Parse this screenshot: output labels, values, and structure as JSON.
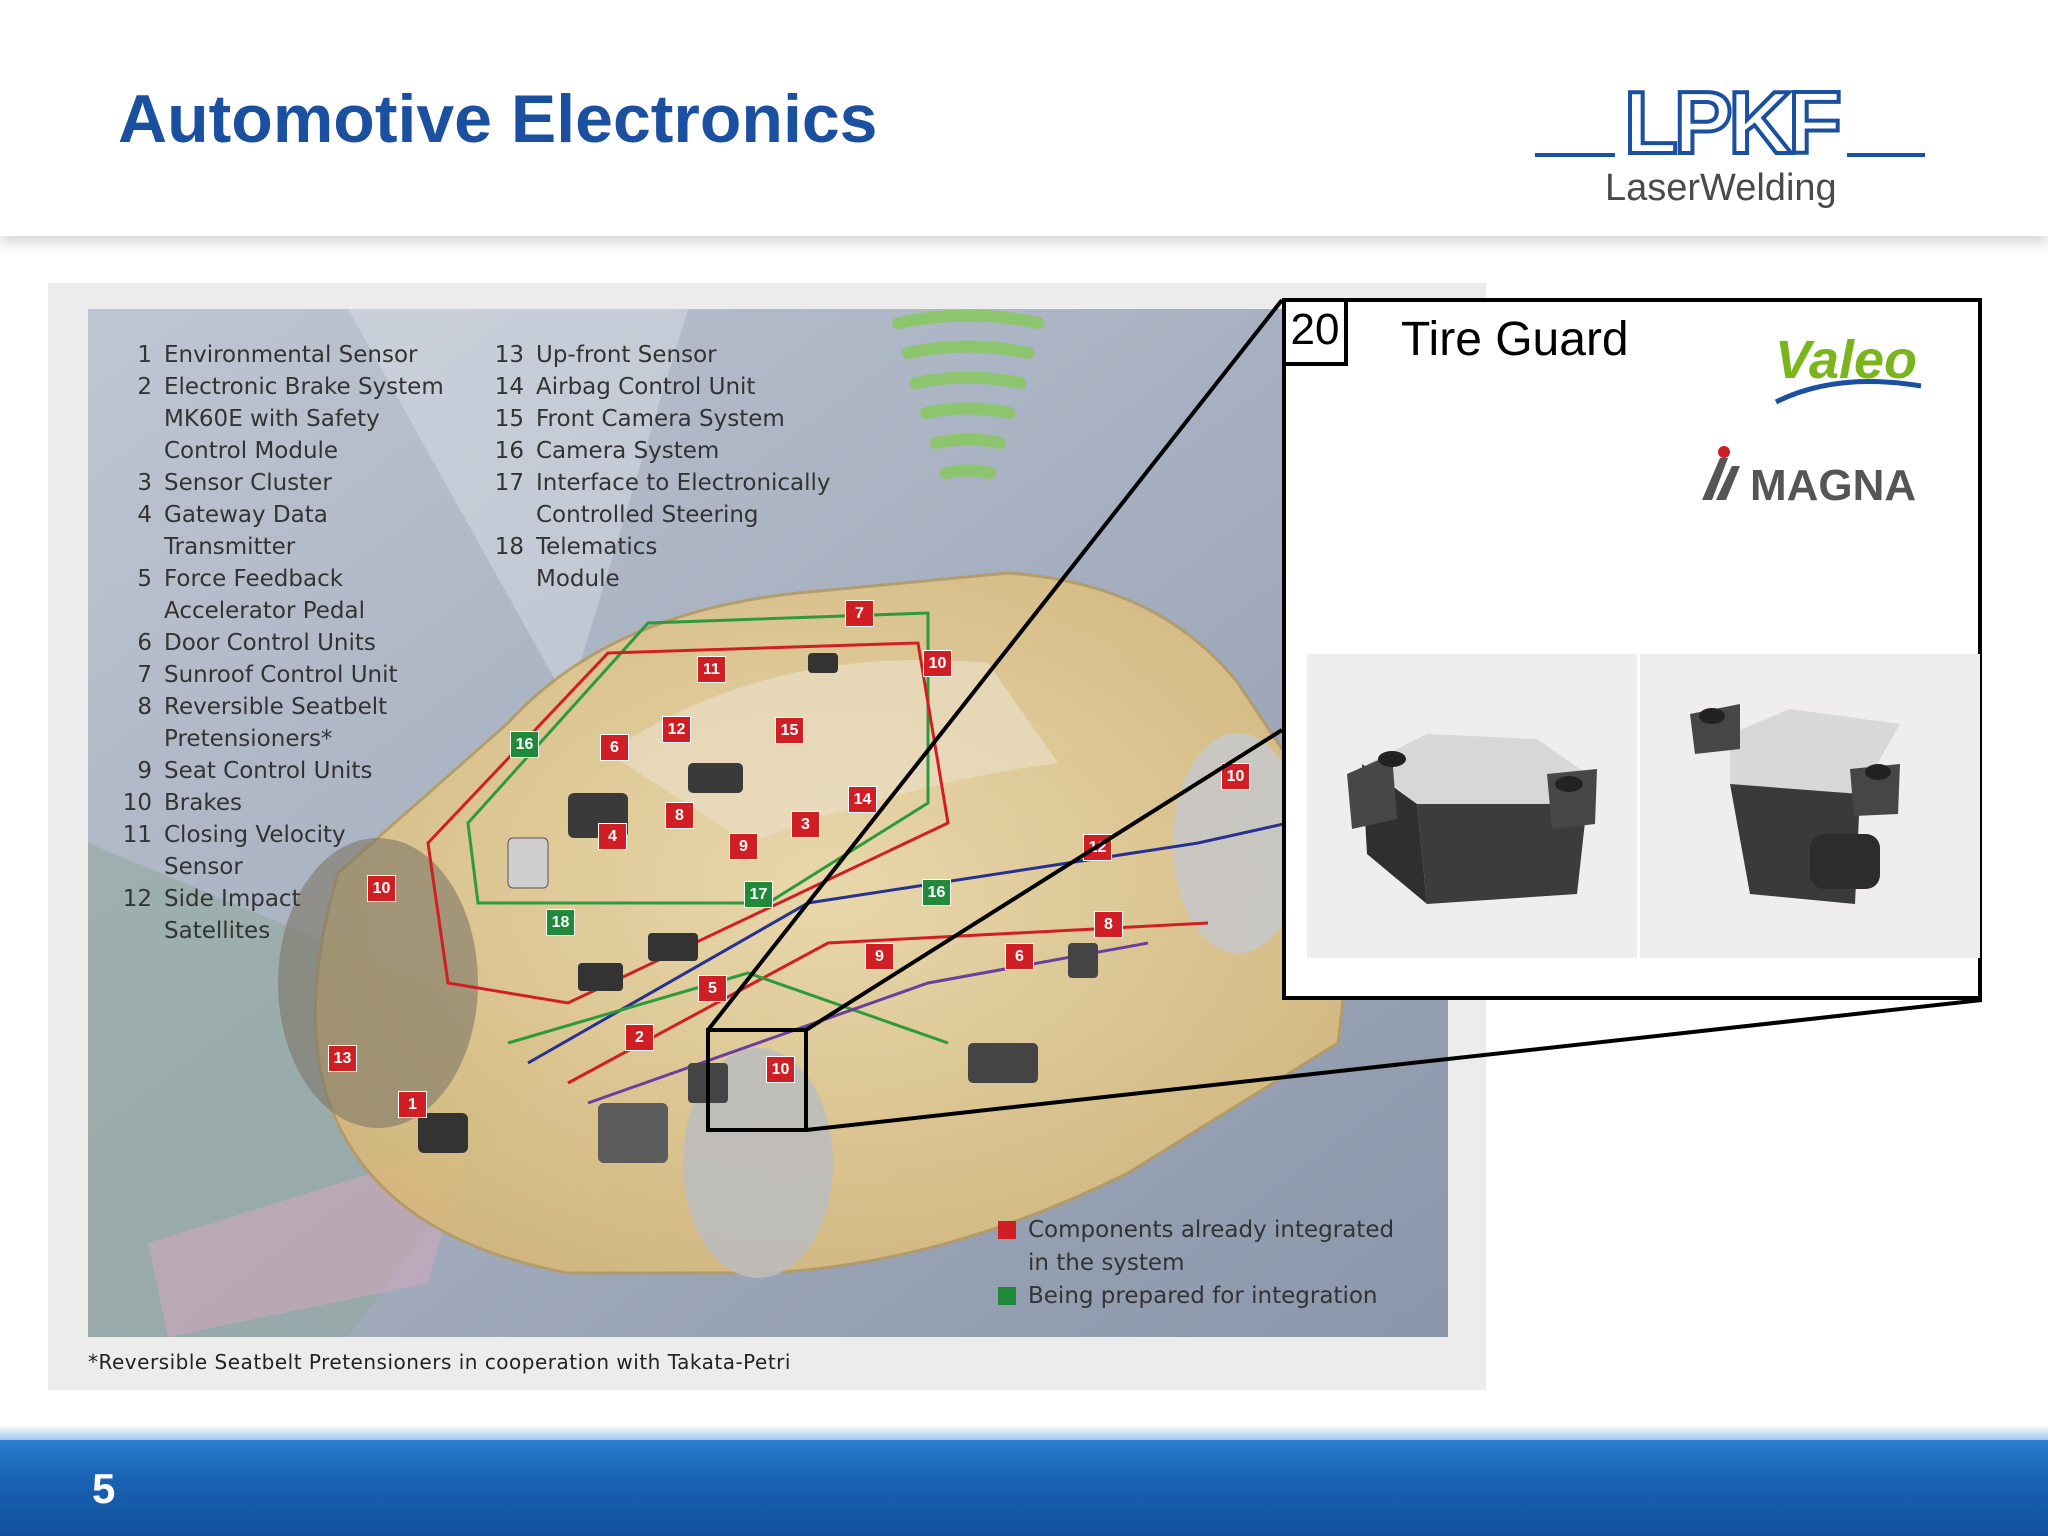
{
  "slide": {
    "title": "Automotive Electronics",
    "page_number": "5"
  },
  "logo": {
    "brand": "LPKF",
    "subtitle": "LaserWelding",
    "color": "#1b4fa0"
  },
  "figure": {
    "legend_col1": [
      {
        "num": "1",
        "text": "Environmental Sensor"
      },
      {
        "num": "2",
        "text": "Electronic Brake System\nMK60E with Safety\nControl Module"
      },
      {
        "num": "3",
        "text": "Sensor Cluster"
      },
      {
        "num": "4",
        "text": "Gateway Data Transmitter"
      },
      {
        "num": "5",
        "text": "Force Feedback\nAccelerator Pedal"
      },
      {
        "num": "6",
        "text": "Door Control Units"
      },
      {
        "num": "7",
        "text": "Sunroof Control Unit"
      },
      {
        "num": "8",
        "text": "Reversible Seatbelt\nPretensioners*"
      },
      {
        "num": "9",
        "text": "Seat Control Units"
      },
      {
        "num": "10",
        "text": "Brakes"
      },
      {
        "num": "11",
        "text": "Closing Velocity\nSensor"
      },
      {
        "num": "12",
        "text": "Side Impact\nSatellites"
      }
    ],
    "legend_col2": [
      {
        "num": "13",
        "text": "Up-front Sensor"
      },
      {
        "num": "14",
        "text": "Airbag Control Unit"
      },
      {
        "num": "15",
        "text": "Front Camera System"
      },
      {
        "num": "16",
        "text": "Camera System"
      },
      {
        "num": "17",
        "text": "Interface to Electronically\nControlled Steering"
      },
      {
        "num": "18",
        "text": "Telematics\nModule"
      }
    ],
    "key": {
      "integrated": "Components already integrated\nin the system",
      "prepared": "Being prepared for integration",
      "integrated_color": "#d01f24",
      "prepared_color": "#1f8b3a"
    },
    "footnote": "*Reversible Seatbelt Pretensioners in cooperation with Takata-Petri",
    "badges": [
      {
        "label": "7",
        "color": "red"
      },
      {
        "label": "10",
        "color": "red"
      },
      {
        "label": "11",
        "color": "red"
      },
      {
        "label": "12",
        "color": "red"
      },
      {
        "label": "15",
        "color": "red"
      },
      {
        "label": "16",
        "color": "green"
      },
      {
        "label": "6",
        "color": "red"
      },
      {
        "label": "14",
        "color": "red"
      },
      {
        "label": "8",
        "color": "red"
      },
      {
        "label": "4",
        "color": "red"
      },
      {
        "label": "9",
        "color": "red"
      },
      {
        "label": "3",
        "color": "red"
      },
      {
        "label": "12",
        "color": "red"
      },
      {
        "label": "10",
        "color": "red"
      },
      {
        "label": "16",
        "color": "green"
      },
      {
        "label": "17",
        "color": "green"
      },
      {
        "label": "10",
        "color": "red"
      },
      {
        "label": "18",
        "color": "green"
      },
      {
        "label": "9",
        "color": "red"
      },
      {
        "label": "6",
        "color": "red"
      },
      {
        "label": "8",
        "color": "red"
      },
      {
        "label": "5",
        "color": "red"
      },
      {
        "label": "2",
        "color": "red"
      },
      {
        "label": "13",
        "color": "red"
      },
      {
        "label": "10",
        "color": "red"
      },
      {
        "label": "1",
        "color": "red"
      }
    ]
  },
  "callout": {
    "number": "20",
    "title": "Tire Guard",
    "partners": [
      "Valeo",
      "MAGNA"
    ],
    "valeo_color": "#7ab51d",
    "magna_color": "#555555"
  }
}
